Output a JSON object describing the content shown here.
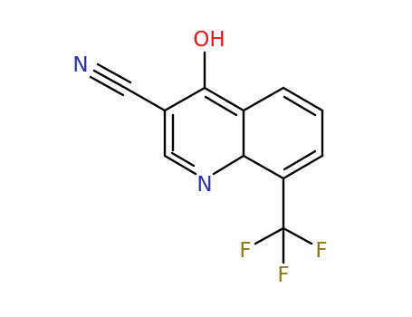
{
  "labels": {
    "hydroxyl": "OH",
    "nitrile_nitrogen": "N",
    "ring_nitrogen": "N",
    "fluorine_1": "F",
    "fluorine_2": "F",
    "fluorine_3": "F"
  },
  "colors": {
    "background": "#ffffff",
    "bond": "#000000",
    "oxygen": "#e8141a",
    "nitrogen": "#2b2fa8",
    "fluorine": "#8c7a16"
  }
}
